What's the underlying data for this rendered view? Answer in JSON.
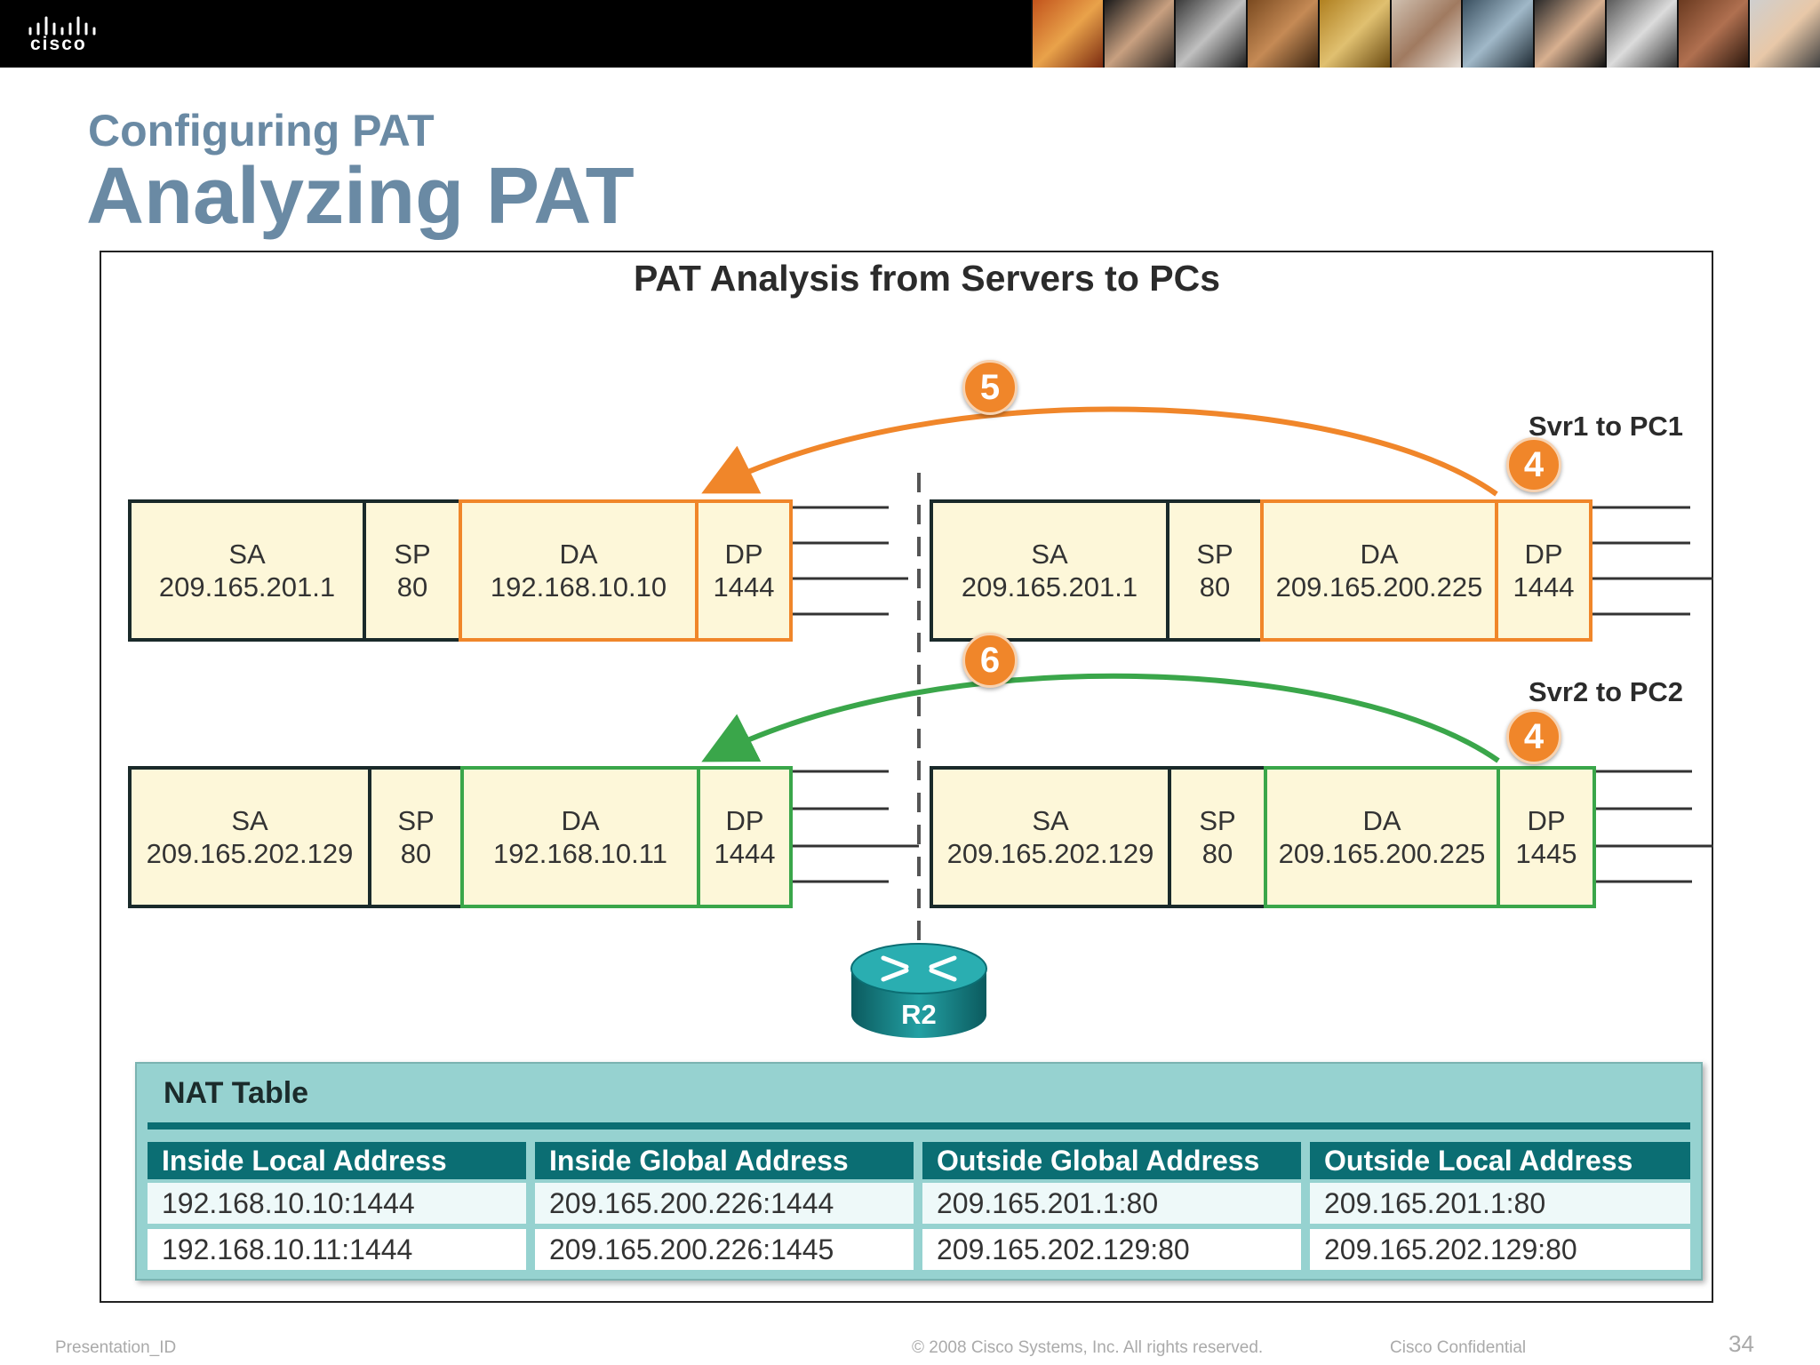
{
  "header": {
    "brand": "cisco",
    "subtitle": "Configuring PAT",
    "title": "Analyzing PAT"
  },
  "diagram": {
    "heading": "PAT Analysis from Servers to PCs",
    "flows": [
      {
        "label": "Svr1 to PC1",
        "color": "#f0862a",
        "inside_packet": [
          {
            "field": "SA",
            "value": "209.165.201.1"
          },
          {
            "field": "SP",
            "value": "80"
          },
          {
            "field": "DA",
            "value": "192.168.10.10"
          },
          {
            "field": "DP",
            "value": "1444"
          }
        ],
        "outside_packet": [
          {
            "field": "SA",
            "value": "209.165.201.1"
          },
          {
            "field": "SP",
            "value": "80"
          },
          {
            "field": "DA",
            "value": "209.165.200.225"
          },
          {
            "field": "DP",
            "value": "1444"
          }
        ],
        "arc_step": "5",
        "source_step": "4"
      },
      {
        "label": "Svr2 to PC2",
        "color": "#3aa64a",
        "inside_packet": [
          {
            "field": "SA",
            "value": "209.165.202.129"
          },
          {
            "field": "SP",
            "value": "80"
          },
          {
            "field": "DA",
            "value": "192.168.10.11"
          },
          {
            "field": "DP",
            "value": "1444"
          }
        ],
        "outside_packet": [
          {
            "field": "SA",
            "value": "209.165.202.129"
          },
          {
            "field": "SP",
            "value": "80"
          },
          {
            "field": "DA",
            "value": "209.165.200.225"
          },
          {
            "field": "DP",
            "value": "1445"
          }
        ],
        "arc_step": "6",
        "source_step": "4"
      }
    ],
    "router": {
      "label": "R2"
    }
  },
  "nat_table": {
    "title": "NAT Table",
    "headers": [
      "Inside Local Address",
      "Inside Global Address",
      "Outside Global Address",
      "Outside Local Address"
    ],
    "rows": [
      [
        "192.168.10.10:1444",
        "209.165.200.226:1444",
        "209.165.201.1:80",
        "209.165.201.1:80"
      ],
      [
        "192.168.10.11:1444",
        "209.165.200.226:1445",
        "209.165.202.129:80",
        "209.165.202.129:80"
      ]
    ]
  },
  "footer": {
    "left": "Presentation_ID",
    "center": "© 2008 Cisco Systems, Inc. All rights reserved.",
    "right": "Cisco Confidential",
    "page": "34"
  }
}
